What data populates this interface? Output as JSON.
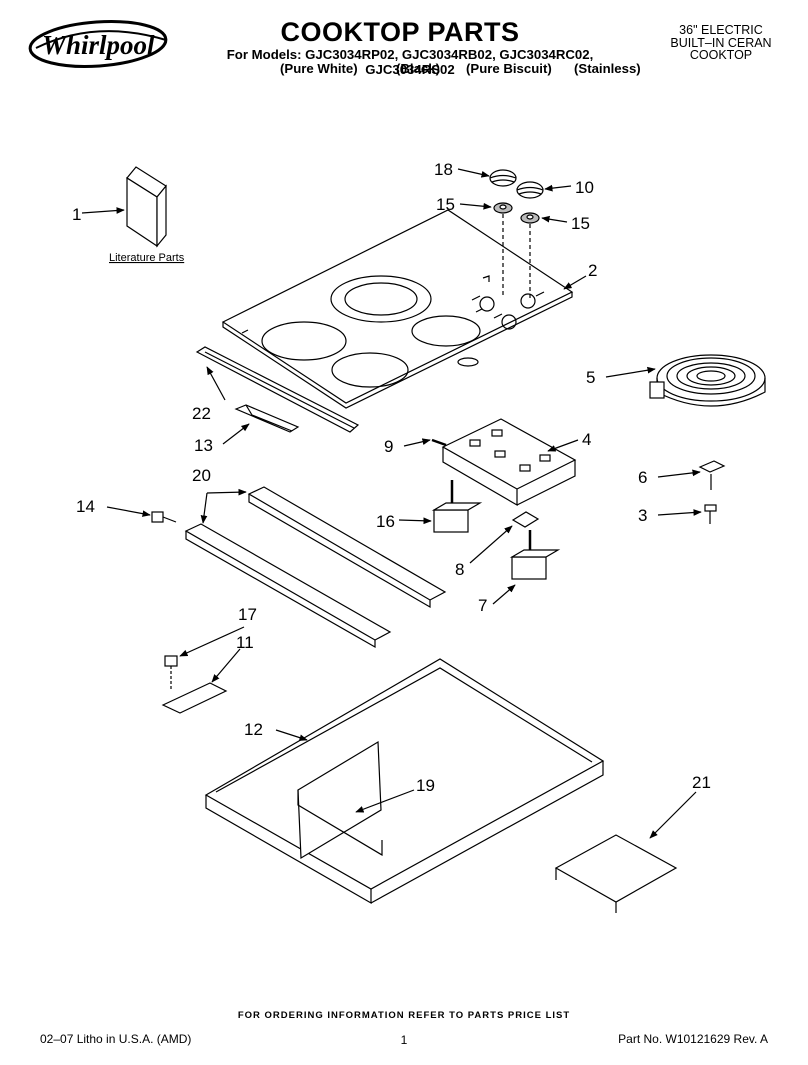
{
  "header": {
    "brand": "Whirlpool",
    "title": "COOKTOP PARTS",
    "models_line": "For Models: GJC3034RP02, GJC3034RB02, GJC3034RC02, GJC3034RS02",
    "finishes": [
      "(Pure White)",
      "(Black)",
      "(Pure Biscuit)",
      "(Stainless)"
    ],
    "model_type_lines": [
      "36\" ELECTRIC",
      "BUILT–IN CERAN",
      "COOKTOP"
    ]
  },
  "diagram": {
    "literature_label": "Literature Parts",
    "callouts": [
      "1",
      "2",
      "3",
      "4",
      "5",
      "6",
      "7",
      "8",
      "9",
      "10",
      "11",
      "12",
      "13",
      "14",
      "15",
      "15",
      "16",
      "17",
      "18",
      "19",
      "20",
      "21",
      "22"
    ]
  },
  "footer": {
    "ordering": "FOR ORDERING INFORMATION REFER TO PARTS PRICE LIST",
    "litho": "02–07 Litho in U.S.A. (AMD)",
    "page": "1",
    "part_no": "Part No. W10121629 Rev. A"
  },
  "colors": {
    "ink": "#000000",
    "paper": "#ffffff",
    "shade": "#bbbbbb"
  }
}
